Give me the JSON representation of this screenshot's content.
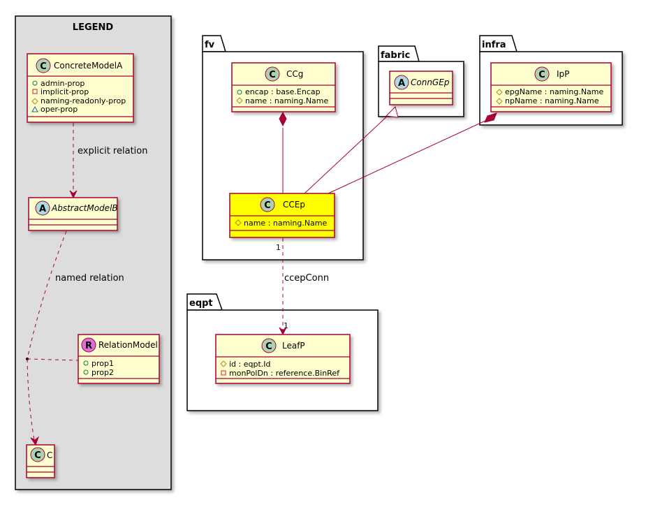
{
  "colors": {
    "class_fill": "#FEFECE",
    "class_border": "#A80036",
    "highlight_fill": "#FFFF00",
    "class_badge": "#ADD1B2",
    "abstract_badge": "#A9DCDF",
    "relation_badge": "#DA70D6",
    "legend_fill": "#DDDDDD",
    "edge": "#A80036"
  },
  "legend": {
    "title": "LEGEND",
    "concrete_model": {
      "name": "ConcreteModelA",
      "attrs": [
        {
          "vis": "circle",
          "text": "admin-prop"
        },
        {
          "vis": "square",
          "text": "implicit-prop"
        },
        {
          "vis": "diamond",
          "text": "naming-readonly-prop"
        },
        {
          "vis": "triangle",
          "text": "oper-prop"
        }
      ]
    },
    "abstract_model": {
      "name": "AbstractModelB"
    },
    "relation_model": {
      "name": "RelationModel",
      "attrs": [
        {
          "vis": "circle",
          "text": "prop1"
        },
        {
          "vis": "circle",
          "text": "prop2"
        }
      ]
    },
    "c_model": {
      "name": "C"
    },
    "explicit_relation_label": "explicit relation",
    "named_relation_label": "named relation"
  },
  "packages": {
    "fv": {
      "name": "fv"
    },
    "fabric": {
      "name": "fabric"
    },
    "infra": {
      "name": "infra"
    },
    "eqpt": {
      "name": "eqpt"
    }
  },
  "classes": {
    "ccg": {
      "name": "CCg",
      "attrs": [
        {
          "vis": "circle",
          "text": "encap : base.Encap"
        },
        {
          "vis": "diamond",
          "text": "name : naming.Name"
        }
      ]
    },
    "ccep": {
      "name": "CCEp",
      "attrs": [
        {
          "vis": "diamond",
          "text": "name : naming.Name"
        }
      ]
    },
    "conngep": {
      "name": "ConnGEp"
    },
    "ipp": {
      "name": "IpP",
      "attrs": [
        {
          "vis": "diamond",
          "text": "epgName : naming.Name"
        },
        {
          "vis": "diamond",
          "text": "npName : naming.Name"
        }
      ]
    },
    "leafp": {
      "name": "LeafP",
      "attrs": [
        {
          "vis": "diamond",
          "text": "id : eqpt.Id"
        },
        {
          "vis": "square",
          "text": "monPolDn : reference.BinRef"
        }
      ]
    }
  },
  "relations": {
    "ccep_conn_label": "ccepConn",
    "source_mult": "1",
    "target_mult": "1"
  }
}
